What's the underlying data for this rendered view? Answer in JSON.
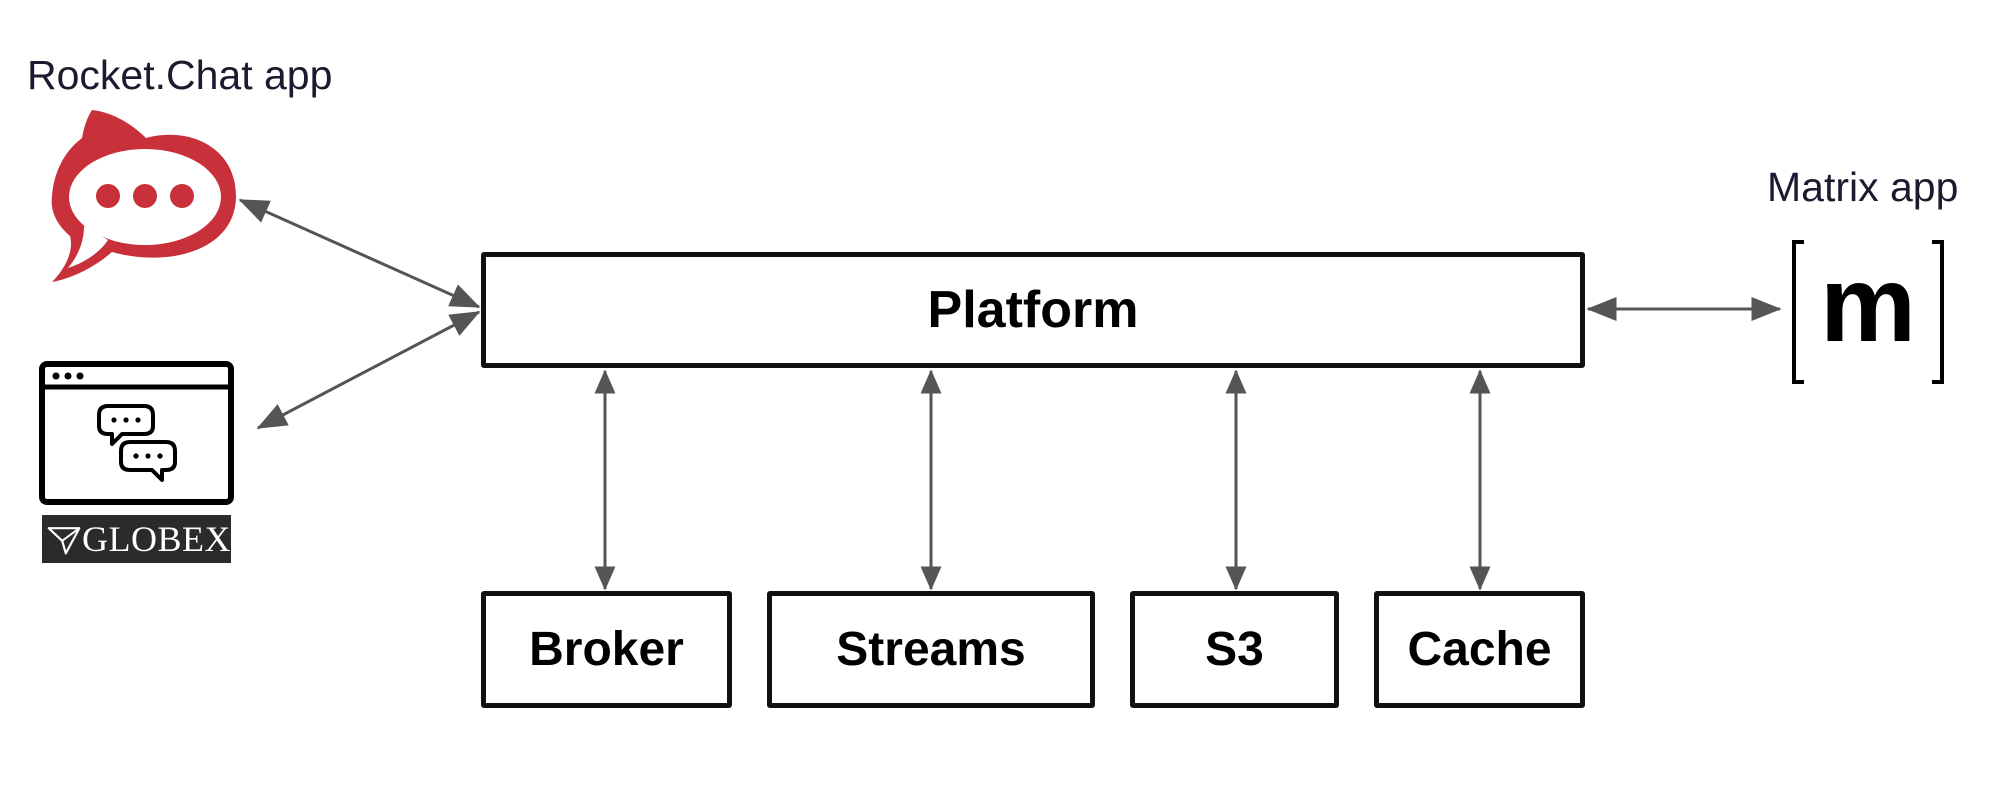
{
  "apps": {
    "rocketchat": {
      "label": "Rocket.Chat app",
      "icon": "rocketchat-logo-icon",
      "color": "#c8303a"
    },
    "globex": {
      "name": "GLOBEX",
      "icon": "chat-window-icon"
    },
    "matrix": {
      "label": "Matrix app",
      "logo_letter": "m",
      "icon": "matrix-logo-icon"
    }
  },
  "components": {
    "platform": "Platform",
    "broker": "Broker",
    "streams": "Streams",
    "s3": "S3",
    "cache": "Cache"
  },
  "colors": {
    "arrow": "#555555",
    "box_border": "#111111",
    "badge_background": "#2b2b2b"
  }
}
